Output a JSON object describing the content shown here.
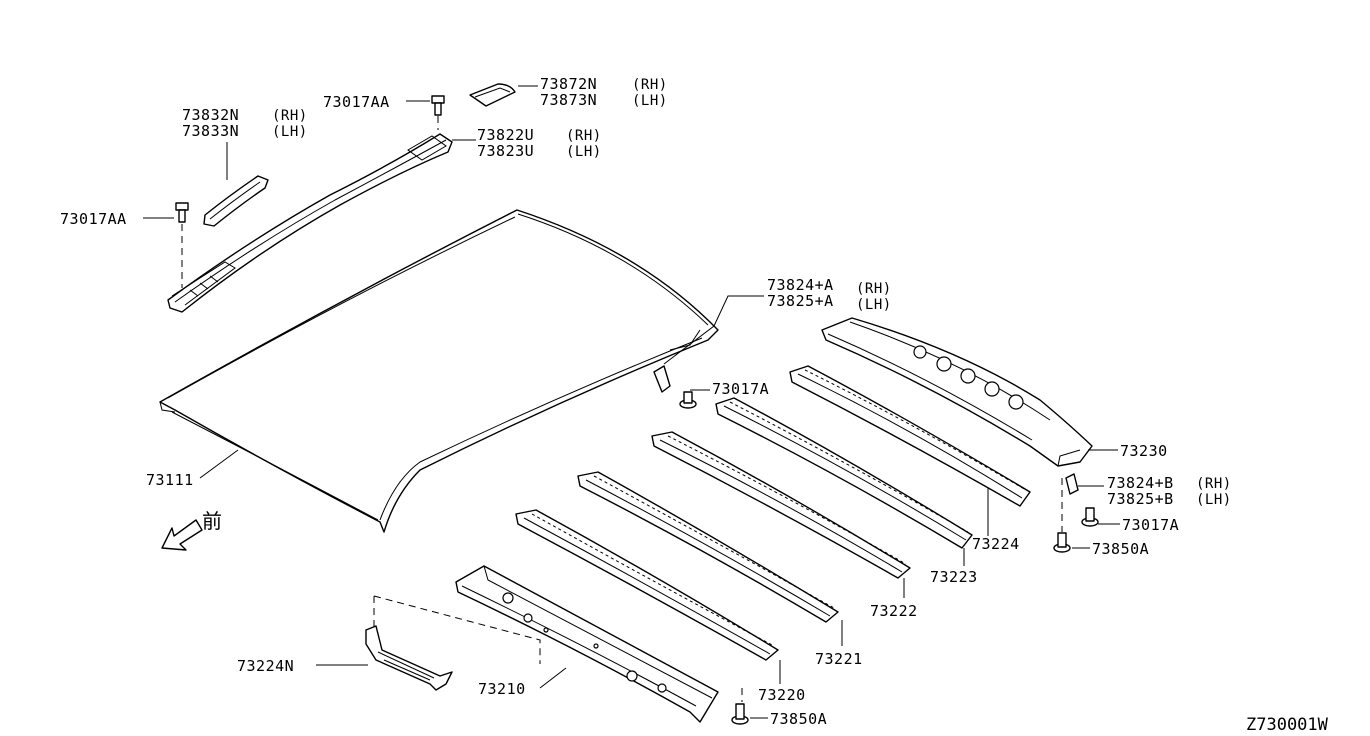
{
  "diagram_code": "Z730001W",
  "front_label": "前",
  "side_labels": {
    "rh": "(RH)",
    "lh": "(LH)"
  },
  "labels": {
    "p73872N": "73872N",
    "p73873N": "73873N",
    "p73017AA_top": "73017AA",
    "p73832N": "73832N",
    "p73833N": "73833N",
    "p73822U": "73822U",
    "p73823U": "73823U",
    "p73017AA_left": "73017AA",
    "p73824A": "73824+A",
    "p73825A": "73825+A",
    "p73017A_mid": "73017A",
    "p73230": "73230",
    "p73824B": "73824+B",
    "p73825B": "73825+B",
    "p73017A_right": "73017A",
    "p73850A_right": "73850A",
    "p73224": "73224",
    "p73223": "73223",
    "p73222": "73222",
    "p73221": "73221",
    "p73111": "73111",
    "p73220": "73220",
    "p73224N": "73224N",
    "p73210": "73210",
    "p73850A_bottom": "73850A"
  }
}
